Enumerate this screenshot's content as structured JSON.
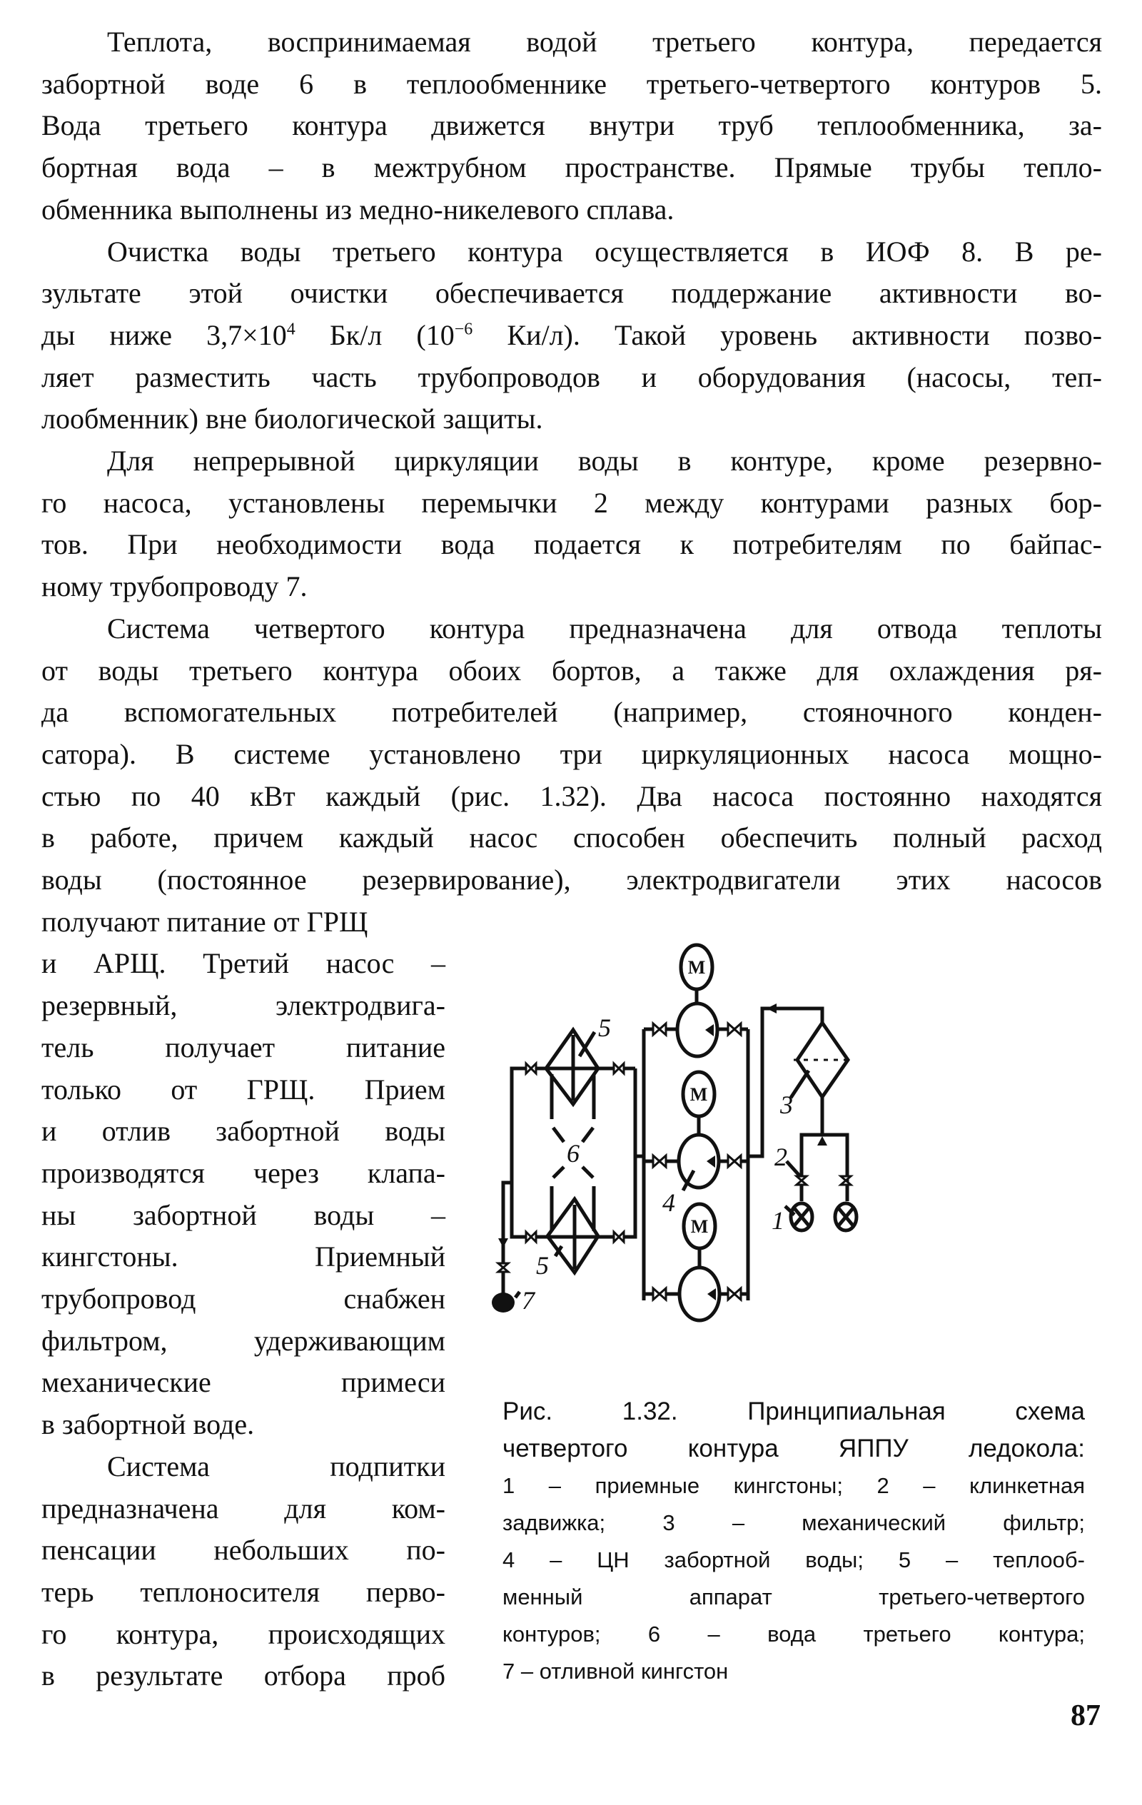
{
  "body_lines": [
    "Теплота, воспринимаемая водой третьего контура, передается",
    "забортной воде 6 в теплообменнике третьего-четвертого контуров 5.",
    "Вода третьего контура движется внутри труб теплообменника, за-",
    "бортная вода – в межтрубном пространстве. Прямые трубы тепло-",
    "обменника выполнены из медно-никелевого сплава.",
    "Очистка воды третьего контура осуществляется в ИОФ 8. В ре-",
    "зультате этой очистки обеспечивается поддержание активности во-",
    "ды ниже 3,7×10^4 Бк/л (10^−6 Ки/л). Такой уровень активности позво-",
    "ляет разместить часть трубопроводов и оборудования (насосы, теп-",
    "лообменник) вне биологической защиты.",
    "Для непрерывной циркуляции воды в контуре, кроме резервно-",
    "го насоса, установлены перемычки 2 между контурами разных бор-",
    "тов. При необходимости вода подается к потребителям по байпас-",
    "ному трубопроводу 7.",
    "Система четвертого контура предназначена для отвода теплоты",
    "от воды третьего контура обоих бортов, а также для охлаждения ря-",
    "да вспомогательных потребителей (например, стояночного конден-",
    "сатора). В системе установлено три циркуляционных насоса мощно-",
    "стью по 40 кВт каждый (рис. 1.32). Два насоса постоянно находятся",
    "в работе, причем каждый насос способен обеспечить полный расход",
    "воды (постоянное резервирование), электродвигатели этих насосов",
    "получают питание от ГРЩ"
  ],
  "column_lines": [
    "и АРЩ. Третий насос –",
    "резервный, электродвига-",
    "тель получает питание",
    "только от ГРЩ. Прием",
    "и отлив забортной воды",
    "производятся через клапа-",
    "ны забортной воды –",
    "кингстоны. Приемный",
    "трубопровод снабжен",
    "фильтром, удерживающим",
    "механические примеси",
    "в забортной воде.",
    "Система подпитки",
    "предназначена для ком-",
    "пенсации небольших по-",
    "терь теплоносителя перво-",
    "го контура, происходящих",
    "в результате отбора проб"
  ],
  "caption": {
    "title_lines": [
      "Рис. 1.32. Принципиальная схема",
      "четвертого контура ЯППУ ледокола:"
    ],
    "legend_lines": [
      "1 – приемные кингстоны; 2 – клинкетная",
      "задвижка; 3 – механический фильтр;",
      "4 – ЦН забортной воды; 5 – теплооб-",
      "менный аппарат третьего-четвертого",
      "контуров; 6 – вода третьего контура;",
      "7 – отливной кингстон"
    ]
  },
  "diagram": {
    "motor_label": "М",
    "labels": {
      "n1": "1",
      "n2": "2",
      "n3": "3",
      "n4": "4",
      "n5a": "5",
      "n5b": "5",
      "n6": "6",
      "n7": "7"
    }
  },
  "page_number": "87"
}
